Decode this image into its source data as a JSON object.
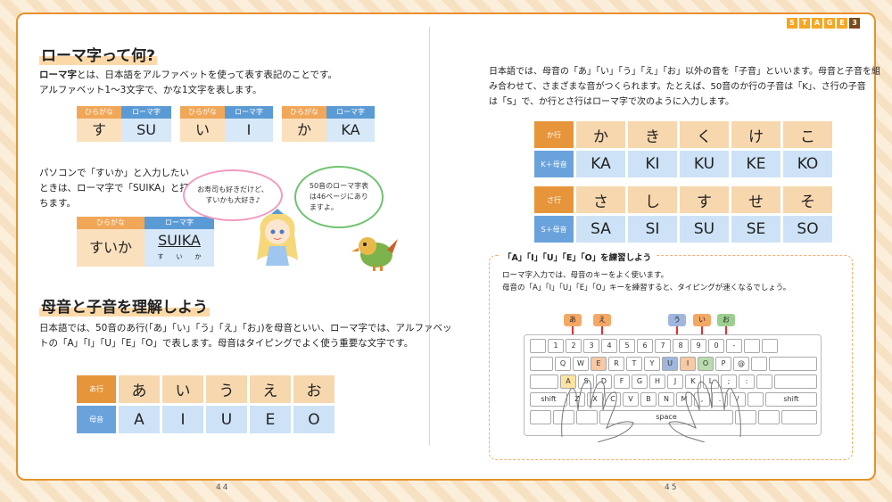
{
  "stage": {
    "letters": [
      "S",
      "T",
      "A",
      "G",
      "E"
    ],
    "number": "3"
  },
  "left": {
    "title": "ローマ字って何?",
    "intro_bold": "ローマ字",
    "intro_rest": "とは、日本語をアルファベットを使って表す表記のことです。",
    "intro_line2": "アルファベット1～3文字で、かな1文字を表します。",
    "pairs": [
      {
        "head_h": "ひらがな",
        "head_r": "ローマ字",
        "kana": "す",
        "roma": "SU"
      },
      {
        "head_h": "ひらがな",
        "head_r": "ローマ字",
        "kana": "い",
        "roma": "I"
      },
      {
        "head_h": "ひらがな",
        "head_r": "ローマ字",
        "kana": "か",
        "roma": "KA"
      }
    ],
    "suika_text": [
      "パソコンで「すいか」と入力したい",
      "ときは、ローマ字で「SUIKA」と打",
      "ちます。"
    ],
    "suika_pair": {
      "head_h": "ひらがな",
      "head_r": "ローマ字",
      "kana": "すいか",
      "roma": "SUIKA",
      "sub": [
        "す",
        "い",
        "か"
      ]
    },
    "bubble1": [
      "お寿司も好きだけど、",
      "すいかも大好き♪"
    ],
    "bubble2": [
      "50音のローマ字表",
      "は46ページにあり",
      "ますよ。"
    ],
    "title2": "母音と子音を理解しよう",
    "vowel_text": [
      "日本語では、50音のあ行(「あ」「い」「う」「え」「お」)を母音といい、ローマ字では、アルファベッ",
      "トの「A」「I」「U」「E」「O」で表します。母音はタイピングでよく使う重要な文字です。"
    ],
    "vowel_table": {
      "top_label": "あ行",
      "bottom_label": "母音",
      "kana": [
        "あ",
        "い",
        "う",
        "え",
        "お"
      ],
      "roma": [
        "A",
        "I",
        "U",
        "E",
        "O"
      ]
    },
    "page_number": "44"
  },
  "right": {
    "text": [
      "日本語では、母音の「あ」「い」「う」「え」「お」以外の音を「子音」といいます。母音と子音を組",
      "み合わせて、さまざまな音がつくられます。たとえば、50音のか行の子音は「K」、さ行の子音",
      "は「S」で、か行とさ行はローマ字で次のように入力します。"
    ],
    "ka_table": {
      "top_label": "か行",
      "bottom_label": "K＋母音",
      "kana": [
        "か",
        "き",
        "く",
        "け",
        "こ"
      ],
      "roma": [
        "KA",
        "KI",
        "KU",
        "KE",
        "KO"
      ]
    },
    "sa_table": {
      "top_label": "さ行",
      "bottom_label": "S＋母音",
      "kana": [
        "さ",
        "し",
        "す",
        "せ",
        "そ"
      ],
      "roma": [
        "SA",
        "SI",
        "SU",
        "SE",
        "SO"
      ]
    },
    "kb_title": "「A」「I」「U」「E」「O」を練習しよう",
    "kb_text": [
      "ローマ字入力では、母音のキーをよく使います。",
      "母音の「A」「I」「U」「E」「O」キーを練習すると、タイピングが速くなるでしょう。"
    ],
    "vowel_tags": [
      "あ",
      "え",
      "う",
      "い",
      "お"
    ],
    "keys_row1": [
      "1",
      "2",
      "3",
      "4",
      "5",
      "6",
      "7",
      "8",
      "9",
      "0",
      "-"
    ],
    "keys_row2": [
      "Q",
      "W",
      "E",
      "R",
      "T",
      "Y",
      "U",
      "I",
      "O",
      "P",
      "@"
    ],
    "keys_row3": [
      "A",
      "S",
      "D",
      "F",
      "G",
      "H",
      "J",
      "K",
      "L",
      ";",
      ":"
    ],
    "keys_row4": [
      "shift",
      "Z",
      "X",
      "C",
      "V",
      "B",
      "N",
      "M",
      ",",
      ".",
      "/",
      "shift"
    ],
    "space_label": "space",
    "page_number": "45"
  }
}
